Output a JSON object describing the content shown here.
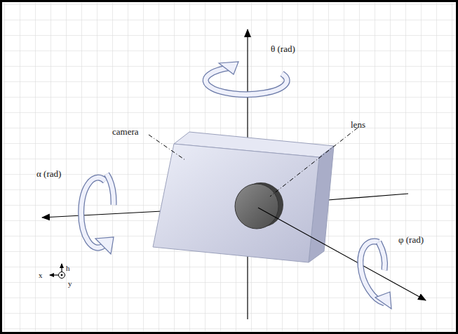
{
  "diagram": {
    "labels": [
      "θ (rad)",
      "camera",
      "lens",
      "α (rad)",
      "φ (rad)",
      "h",
      "x",
      "y"
    ]
  }
}
